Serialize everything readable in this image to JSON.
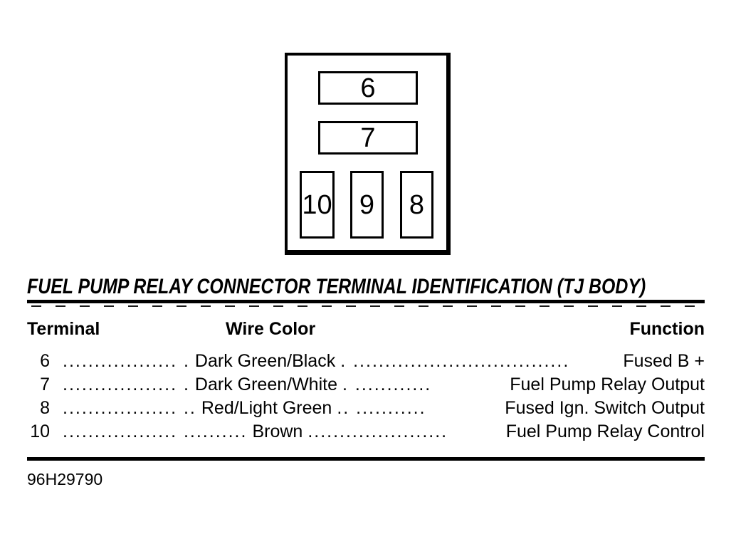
{
  "colors": {
    "ink": "#000000",
    "paper": "#ffffff"
  },
  "connector": {
    "top_pins": [
      {
        "label": "6"
      },
      {
        "label": "7"
      }
    ],
    "bottom_pins": [
      {
        "label": "10"
      },
      {
        "label": "9"
      },
      {
        "label": "8"
      }
    ]
  },
  "title": "FUEL PUMP RELAY CONNECTOR TERMINAL IDENTIFICATION (TJ BODY)",
  "table": {
    "headers": {
      "terminal": "Terminal",
      "wire_color": "Wire Color",
      "function": "Function"
    },
    "rows": [
      {
        "terminal": "6",
        "leader1": ".................. .",
        "wire_color": "Dark Green/Black",
        "leader2": ". ..................................",
        "function": "Fused B +"
      },
      {
        "terminal": "7",
        "leader1": ".................. .",
        "wire_color": "Dark Green/White",
        "leader2": ". ............",
        "function": "Fuel Pump Relay Output"
      },
      {
        "terminal": "8",
        "leader1": ".................. ..",
        "wire_color": "Red/Light Green",
        "leader2": ".. ...........",
        "function": "Fused Ign. Switch Output"
      },
      {
        "terminal": "10",
        "leader1": ".................. ..........",
        "wire_color": "Brown",
        "leader2": "......................",
        "function": "Fuel Pump Relay Control"
      }
    ]
  },
  "footer": {
    "document_number": "96H29790"
  }
}
